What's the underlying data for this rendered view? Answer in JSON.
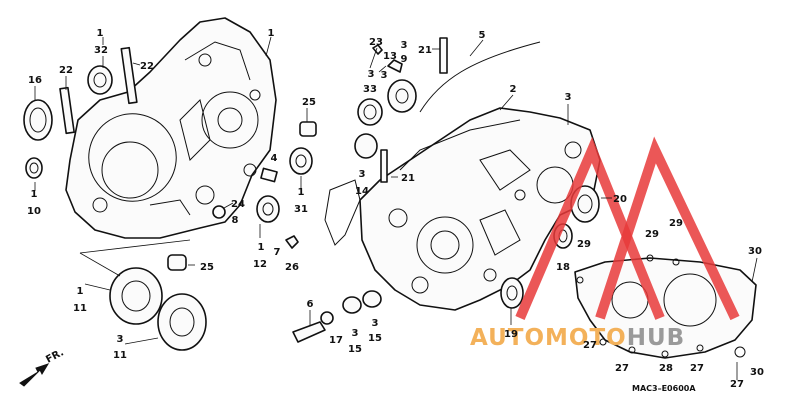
{
  "diagram": {
    "direction_label": "FR.",
    "diagram_code": "MAC3–E0600A",
    "callouts": [
      {
        "text": "1"
      },
      {
        "text": "32"
      },
      {
        "text": "22"
      },
      {
        "text": "16"
      },
      {
        "text": "22"
      },
      {
        "text": "1"
      },
      {
        "text": "10"
      },
      {
        "text": "1"
      },
      {
        "text": "25"
      },
      {
        "text": "4"
      },
      {
        "text": "1"
      },
      {
        "text": "31"
      },
      {
        "text": "24"
      },
      {
        "text": "8"
      },
      {
        "text": "1"
      },
      {
        "text": "7"
      },
      {
        "text": "12"
      },
      {
        "text": "26"
      },
      {
        "text": "25"
      },
      {
        "text": "1"
      },
      {
        "text": "11"
      },
      {
        "text": "3"
      },
      {
        "text": "11"
      },
      {
        "text": "23"
      },
      {
        "text": "3"
      },
      {
        "text": "3"
      },
      {
        "text": "13"
      },
      {
        "text": "9"
      },
      {
        "text": "21"
      },
      {
        "text": "5"
      },
      {
        "text": "33"
      },
      {
        "text": "3"
      },
      {
        "text": "3"
      },
      {
        "text": "14"
      },
      {
        "text": "21"
      },
      {
        "text": "2"
      },
      {
        "text": "3"
      },
      {
        "text": "20"
      },
      {
        "text": "29"
      },
      {
        "text": "29"
      },
      {
        "text": "29"
      },
      {
        "text": "18"
      },
      {
        "text": "30"
      },
      {
        "text": "6"
      },
      {
        "text": "17"
      },
      {
        "text": "3"
      },
      {
        "text": "15"
      },
      {
        "text": "3"
      },
      {
        "text": "15"
      },
      {
        "text": "19"
      },
      {
        "text": "27"
      },
      {
        "text": "27"
      },
      {
        "text": "28"
      },
      {
        "text": "27"
      },
      {
        "text": "30"
      },
      {
        "text": "27"
      }
    ]
  },
  "watermark": {
    "text": "AUTOMOTOHUB",
    "colors": {
      "triangle": "#e83a3a",
      "text_auto": "#f3b15a",
      "text_hub": "#9a9a9a"
    }
  }
}
